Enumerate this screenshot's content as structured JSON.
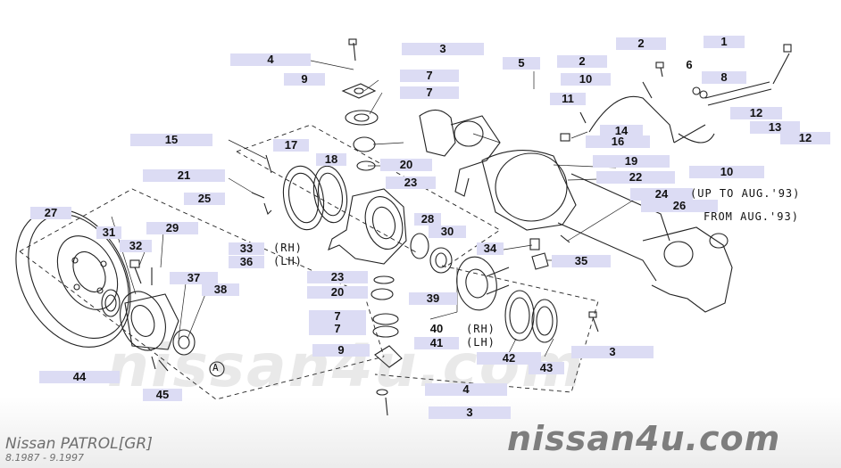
{
  "brand": {
    "watermark": "nissan4u.com",
    "logo": "nissan4u.com",
    "model": "Nissan PATROL[GR]",
    "years": "8.1987 - 9.1997"
  },
  "callouts": [
    "1",
    "2",
    "2",
    "3",
    "3",
    "3",
    "4",
    "4",
    "5",
    "6",
    "7",
    "7",
    "7",
    "7",
    "8",
    "9",
    "9",
    "10",
    "10",
    "11",
    "12",
    "12",
    "13",
    "14",
    "15",
    "16",
    "17",
    "18",
    "19",
    "20",
    "20",
    "21",
    "22",
    "23",
    "23",
    "24",
    "25",
    "26",
    "27",
    "28",
    "29",
    "30",
    "31",
    "32",
    "33",
    "34",
    "35",
    "36",
    "37",
    "38",
    "39",
    "40",
    "41",
    "42",
    "43",
    "44",
    "45"
  ],
  "notes": {
    "up_to": "(UP TO AUG.'93)",
    "from": "FROM AUG.'93)",
    "rh1": "(RH)",
    "lh1": "(LH)",
    "rh2": "(RH)",
    "lh2": "(LH)",
    "circle_a": "A"
  }
}
